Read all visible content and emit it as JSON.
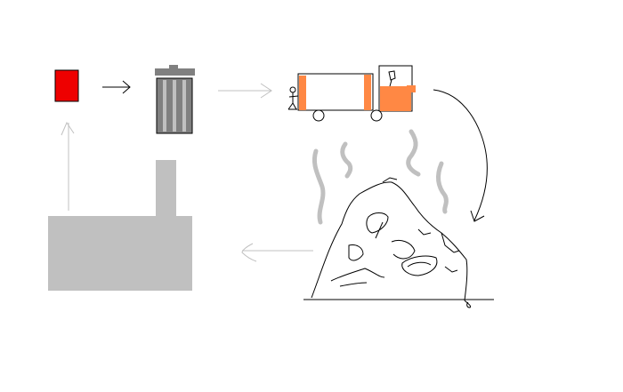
{
  "colors": {
    "background": "#ffffff",
    "item": "#ee0000",
    "outline": "#000000",
    "can_body": "#808080",
    "can_stripe": "#c0c0c0",
    "truck_accent": "#ff8844",
    "gray_light": "#c0c0c0",
    "arrow_gray": "#c0c0c0"
  },
  "stages": [
    {
      "name": "item",
      "icon": "red-item-icon"
    },
    {
      "name": "trash-can",
      "icon": "trash-can-icon"
    },
    {
      "name": "garbage-truck",
      "icon": "garbage-truck-icon"
    },
    {
      "name": "landfill",
      "icon": "landfill-pile-icon"
    },
    {
      "name": "factory",
      "icon": "factory-icon"
    }
  ]
}
